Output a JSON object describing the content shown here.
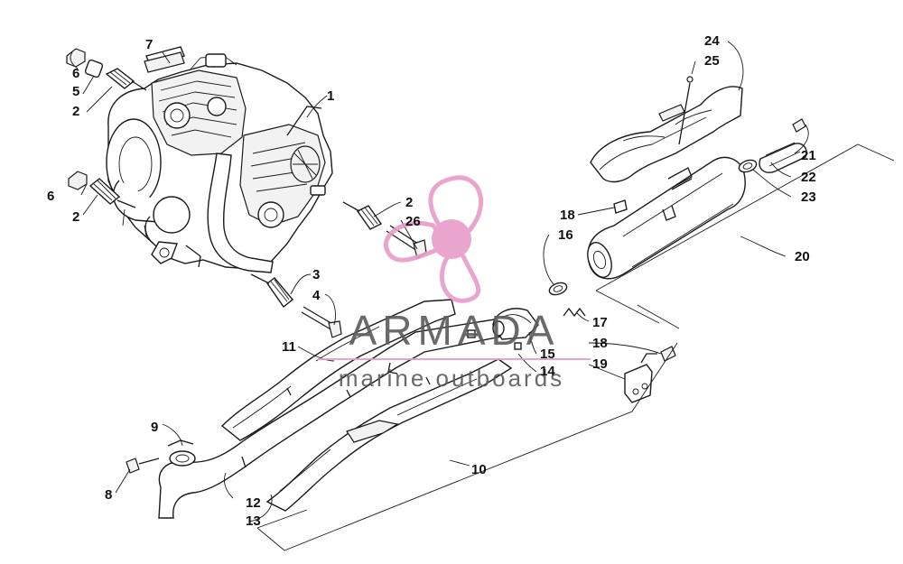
{
  "watermark": {
    "brand": "ARMADA",
    "tagline": "marine outboards",
    "logo_color": "#e79cc9",
    "text_color": "#5a5a5a"
  },
  "labels": {
    "l1": "1",
    "l2a": "2",
    "l2b": "2",
    "l2c": "2",
    "l3": "3",
    "l4": "4",
    "l5": "5",
    "l6a": "6",
    "l6b": "6",
    "l7": "7",
    "l8": "8",
    "l9": "9",
    "l10": "10",
    "l11": "11",
    "l12": "12",
    "l13": "13",
    "l14": "14",
    "l15": "15",
    "l16": "16",
    "l17": "17",
    "l18a": "18",
    "l18b": "18",
    "l19": "19",
    "l20": "20",
    "l21": "21",
    "l22": "22",
    "l23": "23",
    "l24": "24",
    "l25": "25",
    "l26": "26"
  }
}
